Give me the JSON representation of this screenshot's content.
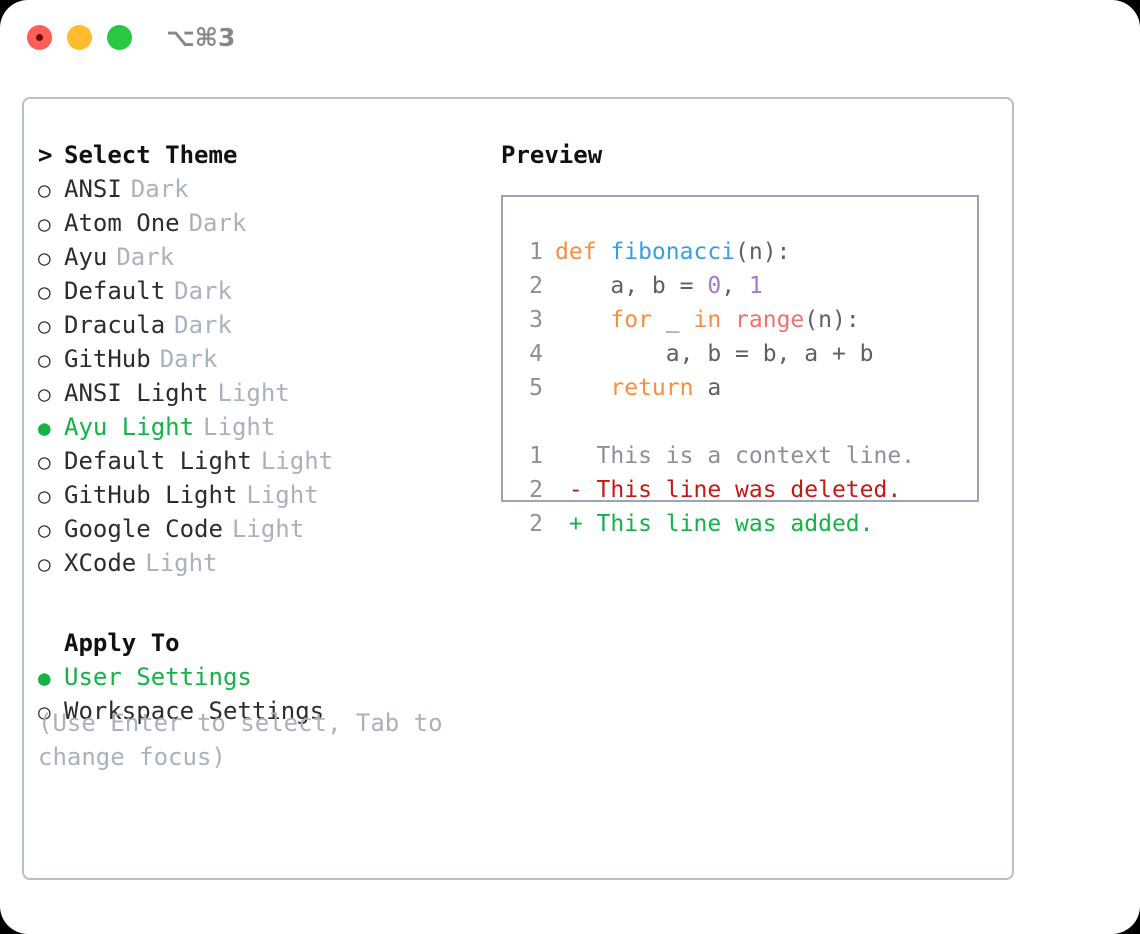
{
  "titlebar": {
    "shortcut": "⌥⌘3",
    "buttons": [
      "close",
      "minimize",
      "maximize"
    ]
  },
  "left": {
    "header": {
      "caret": ">",
      "label": "Select Theme"
    },
    "marker_selected": "●",
    "marker_unselected": "○",
    "themes": [
      {
        "name": "ANSI",
        "variant": "Dark",
        "selected": false
      },
      {
        "name": "Atom One",
        "variant": "Dark",
        "selected": false
      },
      {
        "name": "Ayu",
        "variant": "Dark",
        "selected": false
      },
      {
        "name": "Default",
        "variant": "Dark",
        "selected": false
      },
      {
        "name": "Dracula",
        "variant": "Dark",
        "selected": false
      },
      {
        "name": "GitHub",
        "variant": "Dark",
        "selected": false
      },
      {
        "name": "ANSI Light",
        "variant": "Light",
        "selected": false
      },
      {
        "name": "Ayu Light",
        "variant": "Light",
        "selected": true
      },
      {
        "name": "Default Light",
        "variant": "Light",
        "selected": false
      },
      {
        "name": "GitHub Light",
        "variant": "Light",
        "selected": false
      },
      {
        "name": "Google Code",
        "variant": "Light",
        "selected": false
      },
      {
        "name": "XCode",
        "variant": "Light",
        "selected": false
      }
    ],
    "apply_to": {
      "header": "Apply To",
      "options": [
        {
          "name": "User Settings",
          "selected": true
        },
        {
          "name": "Workspace Settings",
          "selected": false
        }
      ]
    },
    "hint": "(Use Enter to select, Tab to change focus)"
  },
  "right": {
    "title": "Preview",
    "code_lines": [
      {
        "num": "1",
        "tokens": [
          {
            "text": "def ",
            "kind": "kw"
          },
          {
            "text": "fibonacci",
            "kind": "fn"
          },
          {
            "text": "(n):",
            "kind": "plain"
          }
        ]
      },
      {
        "num": "2",
        "tokens": [
          {
            "text": "    a, b = ",
            "kind": "plain"
          },
          {
            "text": "0",
            "kind": "num"
          },
          {
            "text": ", ",
            "kind": "plain"
          },
          {
            "text": "1",
            "kind": "num"
          }
        ]
      },
      {
        "num": "3",
        "tokens": [
          {
            "text": "    ",
            "kind": "plain"
          },
          {
            "text": "for",
            "kind": "kw"
          },
          {
            "text": " _ ",
            "kind": "plain"
          },
          {
            "text": "in",
            "kind": "kw"
          },
          {
            "text": " ",
            "kind": "plain"
          },
          {
            "text": "range",
            "kind": "call"
          },
          {
            "text": "(n):",
            "kind": "plain"
          }
        ]
      },
      {
        "num": "4",
        "tokens": [
          {
            "text": "        a, b = b, a + b",
            "kind": "plain"
          }
        ]
      },
      {
        "num": "5",
        "tokens": [
          {
            "text": "    ",
            "kind": "plain"
          },
          {
            "text": "return",
            "kind": "kw"
          },
          {
            "text": " a",
            "kind": "plain"
          }
        ]
      }
    ],
    "diff_lines": [
      {
        "num": "1",
        "sign": " ",
        "text": "This is a context line.",
        "kind": "ctx"
      },
      {
        "num": "2",
        "sign": "-",
        "text": "This line was deleted.",
        "kind": "del"
      },
      {
        "num": "2",
        "sign": "+",
        "text": "This line was added.",
        "kind": "add"
      }
    ]
  },
  "colors": {
    "accent_green": "#14b347",
    "keyword": "#fa8d3e",
    "function": "#399ee6",
    "number": "#a37acc",
    "call": "#f07171",
    "muted": "#a9b2bd",
    "diff_delete": "#c41a16",
    "diff_add": "#14b347",
    "border": "#b6c0cb"
  }
}
